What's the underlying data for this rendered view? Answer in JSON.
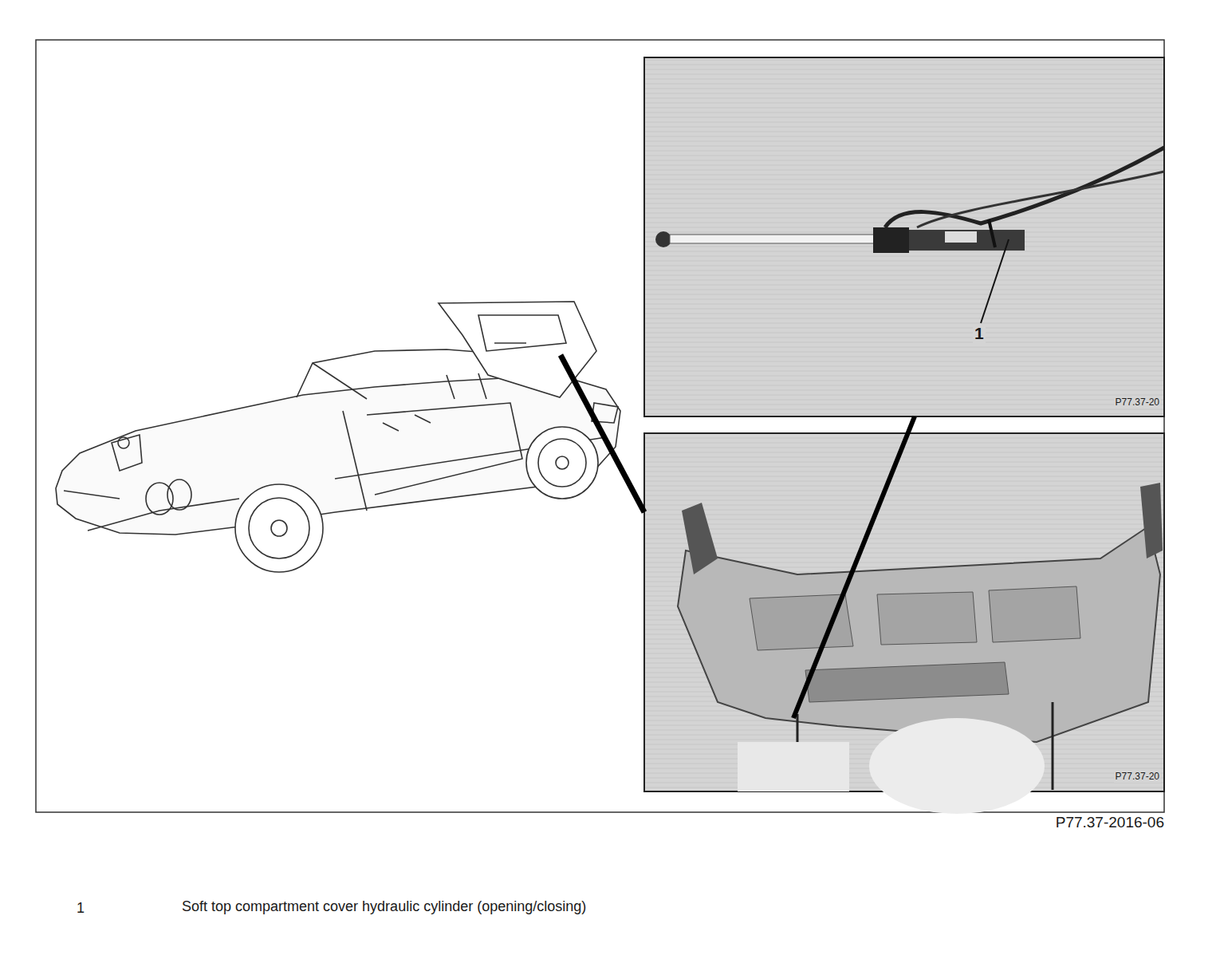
{
  "diagram": {
    "labels": [
      "1",
      "P77.37-20",
      "P77.37-20",
      "P77.37-2016-06",
      "1",
      "Soft top compartment cover hydraulic cylinder (opening/closing)"
    ]
  }
}
